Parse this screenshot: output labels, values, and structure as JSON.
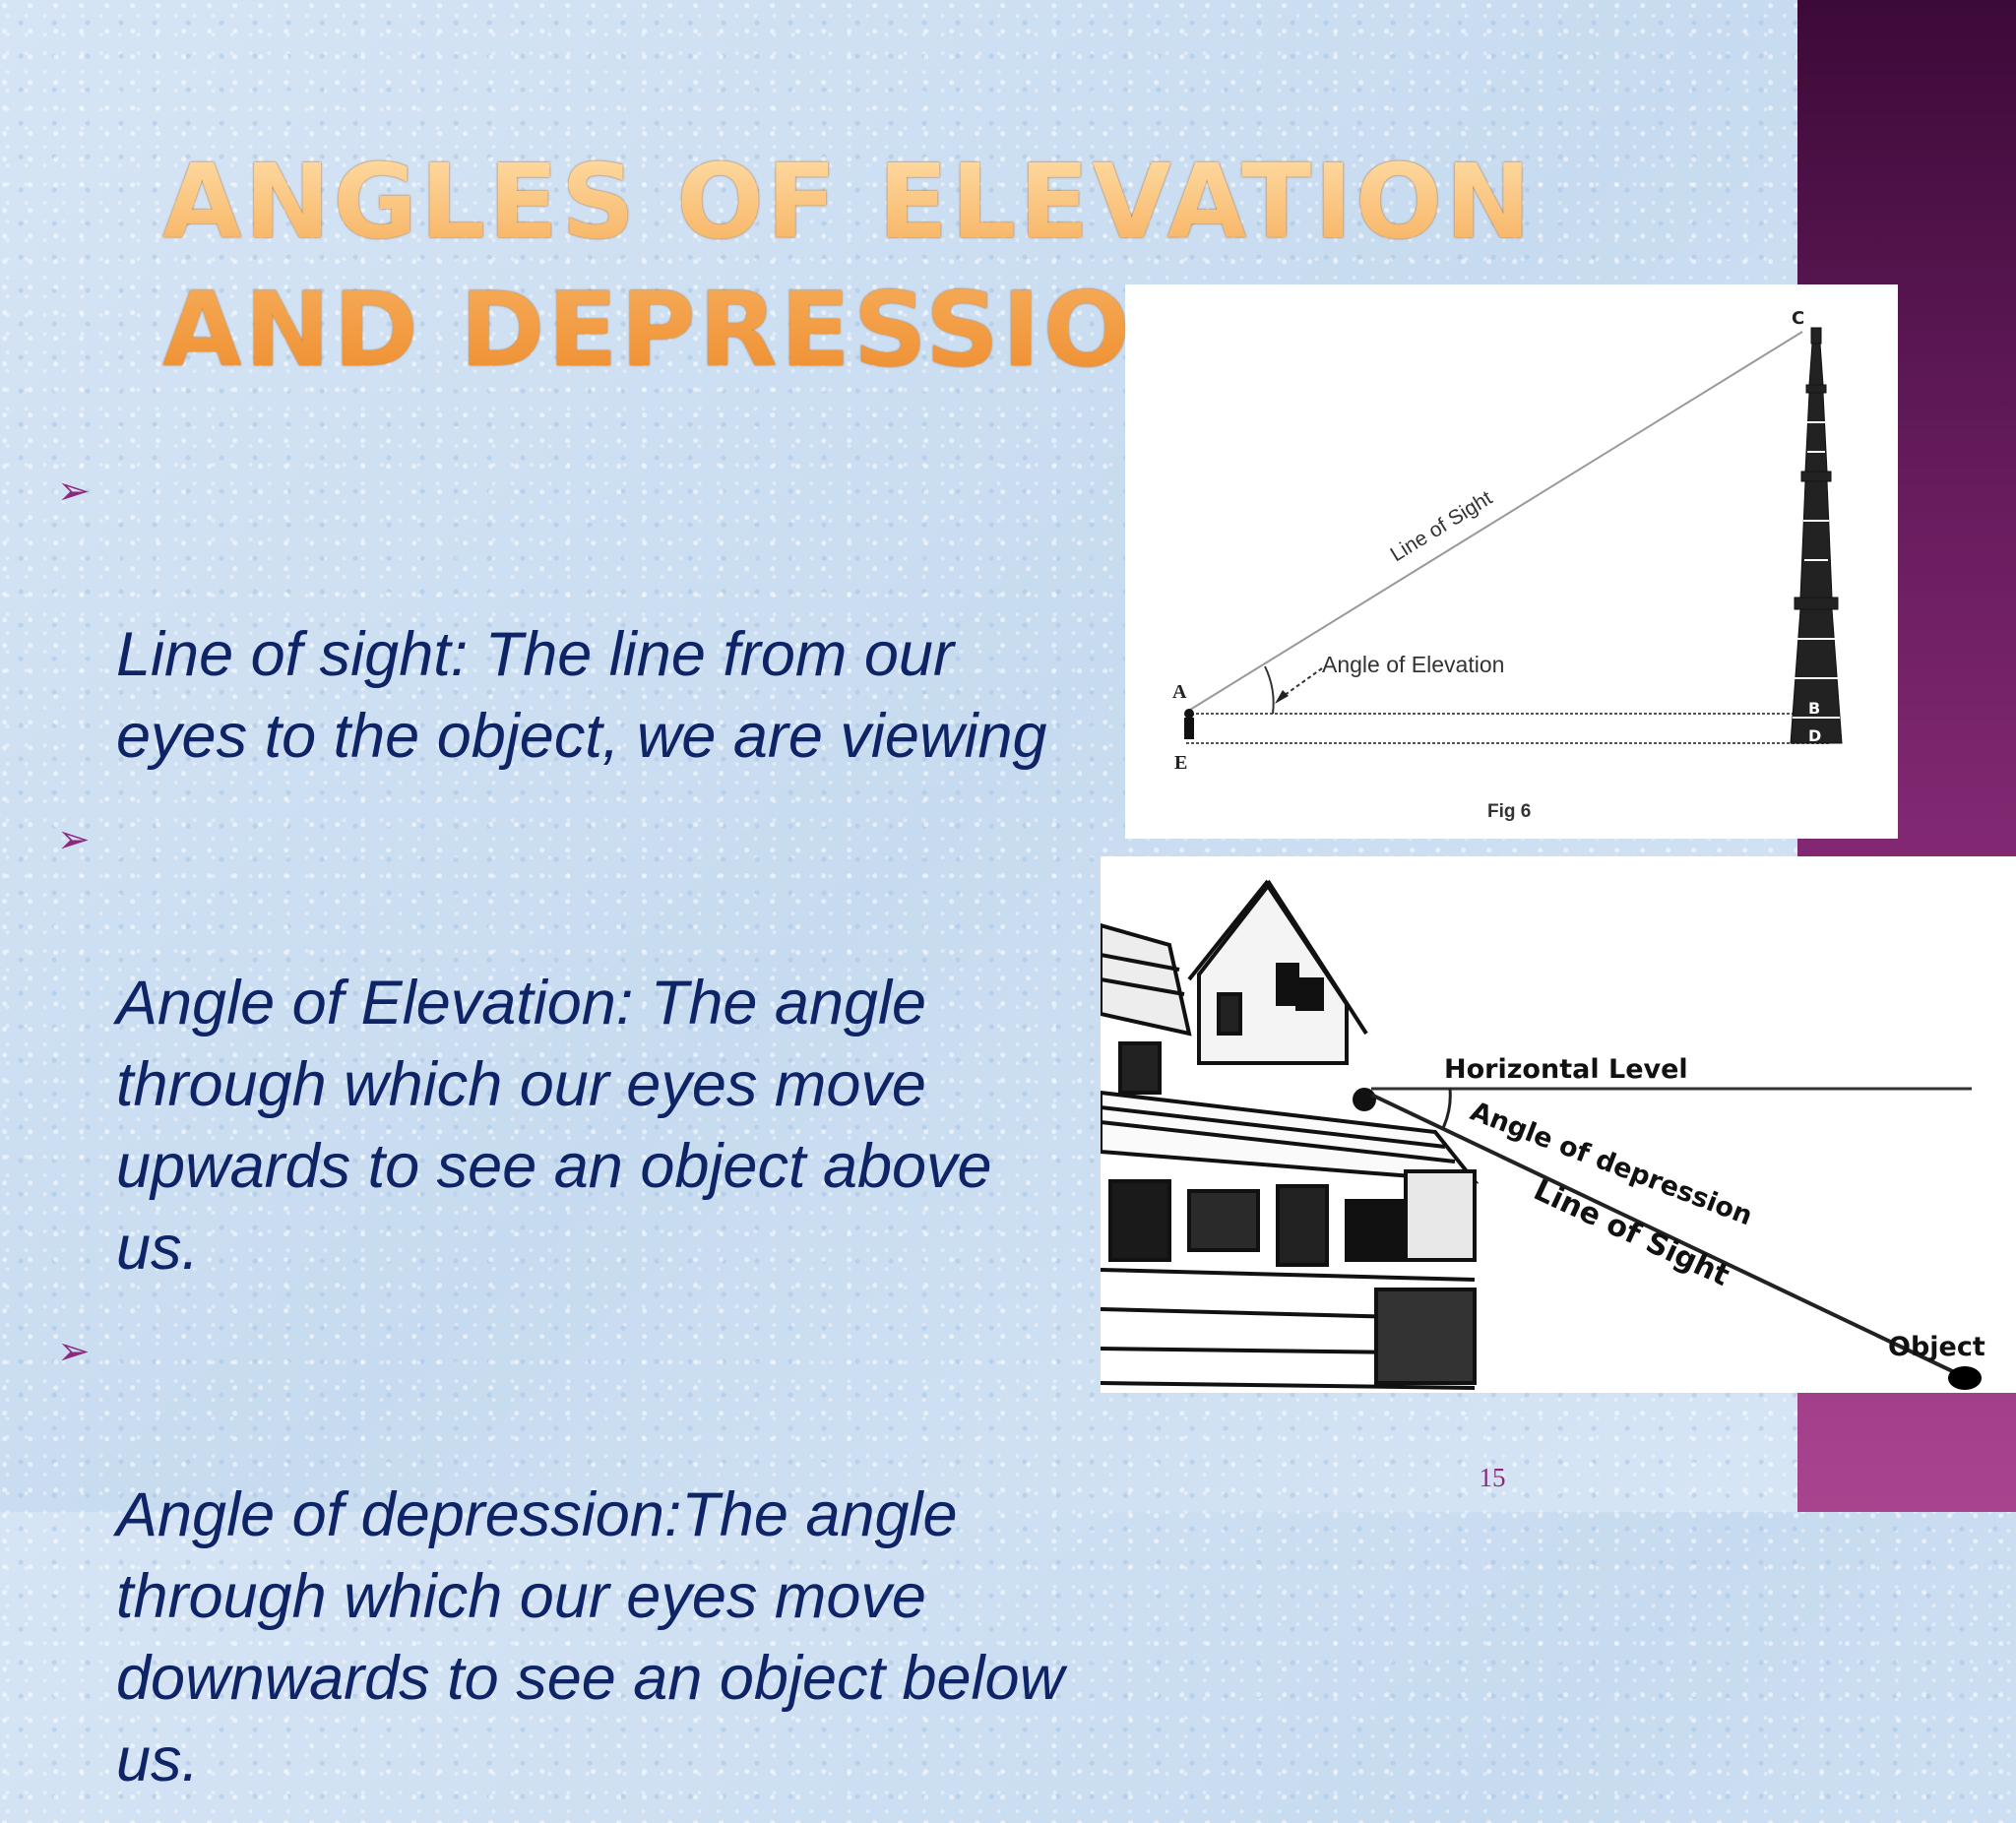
{
  "slide": {
    "title": "Angles of  Elevation and Depression",
    "page_number": "15"
  },
  "bullets": [
    {
      "marker": "➢",
      "text": "Line of sight: The line from our\neyes to the object, we are viewing"
    },
    {
      "marker": "➢",
      "text": "Angle of Elevation: The angle\nthrough which our eyes move\nupwards to see an object above\nus."
    },
    {
      "marker": "➢",
      "text": "Angle of depression:The angle\nthrough which our eyes move\ndownwards to see an object below\nus."
    }
  ],
  "figure_elevation": {
    "label_c": "C",
    "label_a": "A",
    "label_e": "E",
    "label_b": "B",
    "label_d": "D",
    "line_of_sight": "Line of Sight",
    "angle_of_elevation": "Angle of Elevation",
    "caption": "Fig 6"
  },
  "figure_depression": {
    "horizontal_level": "Horizontal Level",
    "angle_of_depression": "Angle of depression",
    "line_of_sight": "Line of Sight",
    "object": "Object"
  }
}
